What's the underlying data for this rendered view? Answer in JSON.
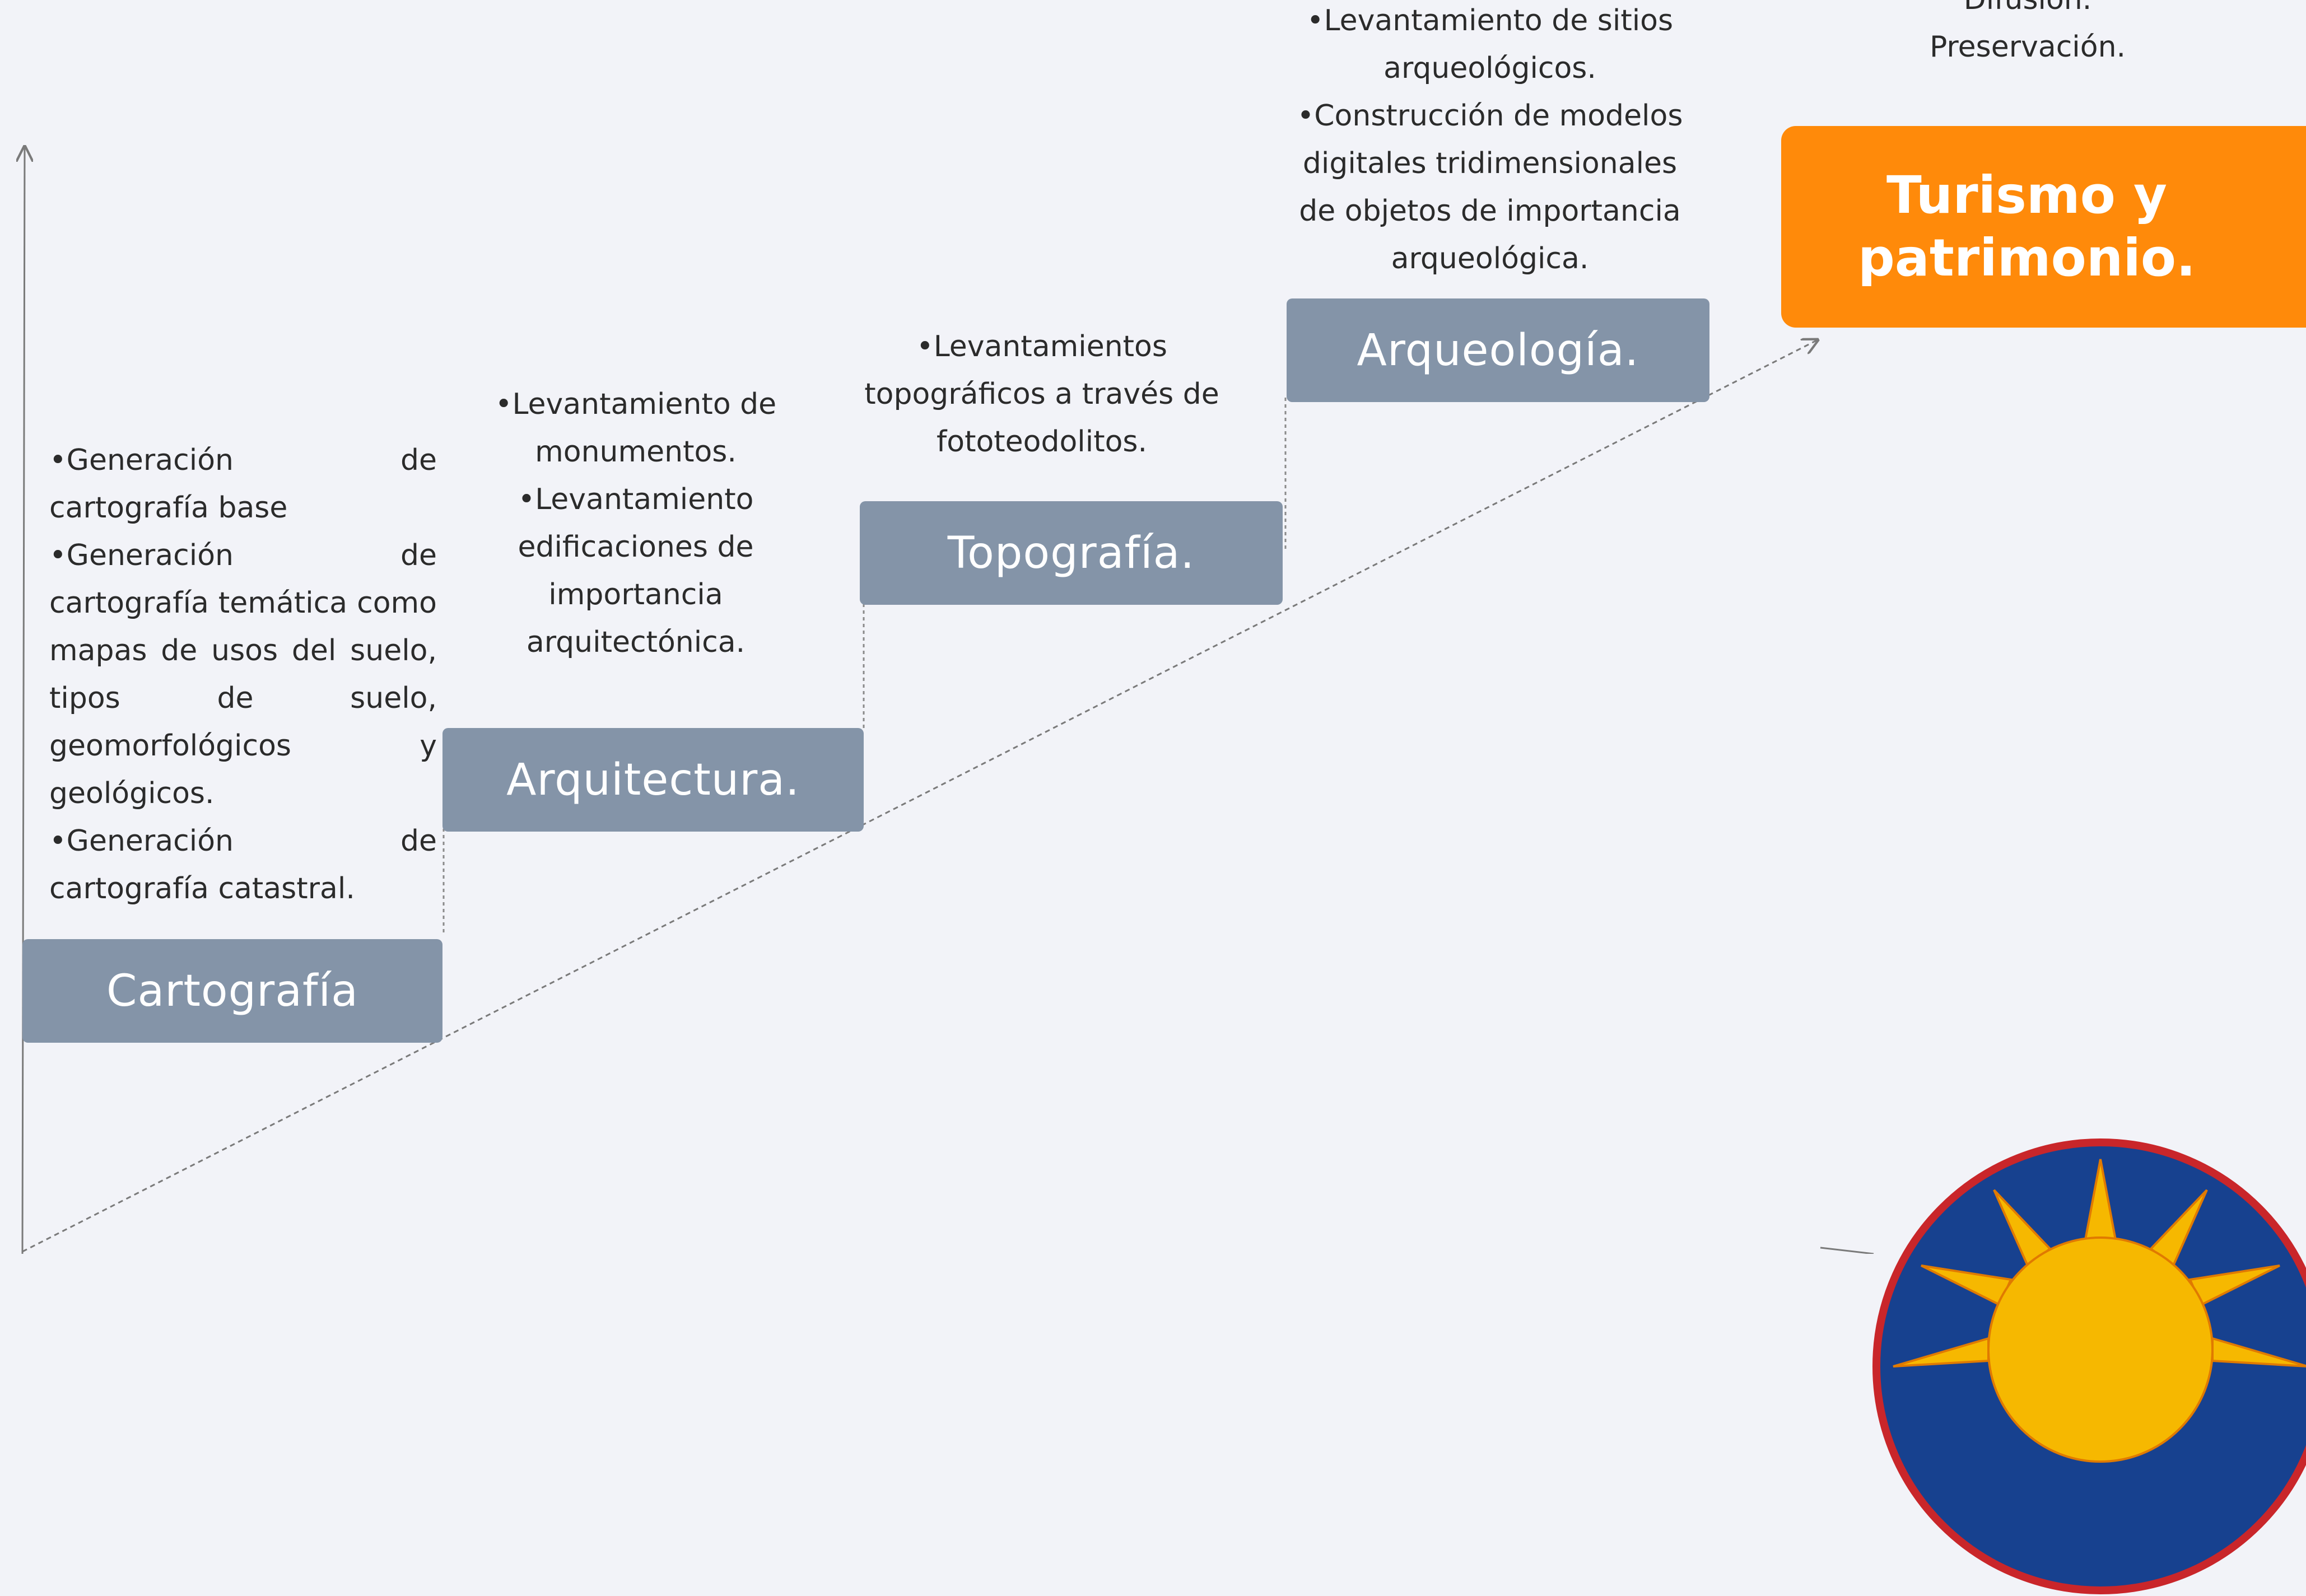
{
  "steps": [
    {
      "label": "Cartografía",
      "notes": [
        "•Generación de cartografía base",
        "•Generación de cartografía temática como mapas de usos del suelo, tipos de suelo, geomorfológicos y geológicos.",
        "•Generación de cartografía catastral."
      ]
    },
    {
      "label": "Arquitectura.",
      "notes": [
        "•Levantamiento de monumentos.",
        "•Levantamiento edificaciones de importancia arquitectónica."
      ]
    },
    {
      "label": "Topografía.",
      "notes": [
        "•Levantamientos topográficos a través de fototeodolitos."
      ]
    },
    {
      "label": "Arqueología.",
      "notes": [
        "•Levantamiento de sitios arqueológicos.",
        "•Construcción de modelos digitales tridimensionales de objetos de importancia arqueológica."
      ]
    }
  ],
  "goal": {
    "label_line1": "Turismo y",
    "label_line2": "patrimonio.",
    "notes_top": [
      "Difusión.",
      "Preservación."
    ]
  },
  "colors": {
    "background": "#f2f3f8",
    "step": "#8494a8",
    "goal": "#ff8a0a",
    "text": "#2b2b2b",
    "axis": "#7a7a7a"
  },
  "icons": {
    "seal": "sun-emblem-icon"
  }
}
